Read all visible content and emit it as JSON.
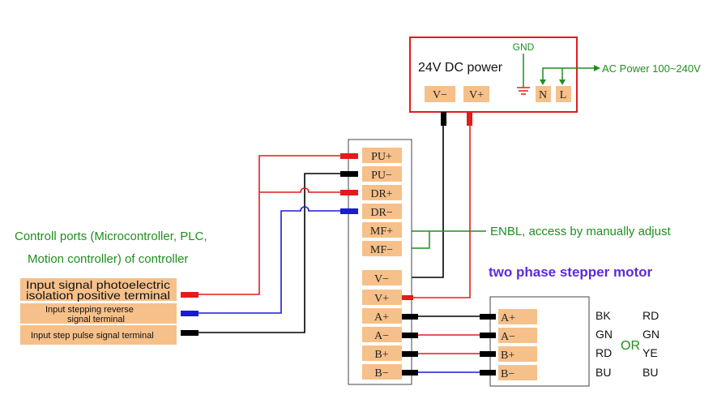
{
  "power_supply": {
    "title": "24V DC power",
    "gnd_label": "GND",
    "terminals": [
      "V−",
      "V+",
      "N",
      "L"
    ],
    "ac_label": "AC Power 100~240V"
  },
  "driver": {
    "terminals": [
      "PU+",
      "PU−",
      "DR+",
      "DR−",
      "MF+",
      "MF−",
      "V−",
      "V+",
      "A+",
      "A−",
      "B+",
      "B−"
    ]
  },
  "enbl_label": "ENBL, access by manually adjust",
  "controller": {
    "title_line1": "Controll ports (Microcontroller, PLC,",
    "title_line2": "Motion controller) of controller",
    "inputs": [
      {
        "line1": "Input signal photoelectric",
        "line2": "isolation positive terminal"
      },
      {
        "line1": "Input stepping reverse",
        "line2": "signal terminal"
      },
      {
        "line1": "Input step pulse signal terminal",
        "line2": ""
      }
    ]
  },
  "motor": {
    "title": "two phase stepper motor",
    "terminals": [
      "A+",
      "A−",
      "B+",
      "B−"
    ],
    "colors_set1": [
      "BK",
      "GN",
      "RD",
      "BU"
    ],
    "or_label": "OR",
    "colors_set2": [
      "RD",
      "GN",
      "YE",
      "BU"
    ]
  },
  "colors": {
    "red": "#e41b1b",
    "black": "#000000",
    "blue": "#1a1adc",
    "green": "#1f8f1f",
    "terminal_fill": "#f6c08a",
    "purple": "#5b2bd8"
  }
}
